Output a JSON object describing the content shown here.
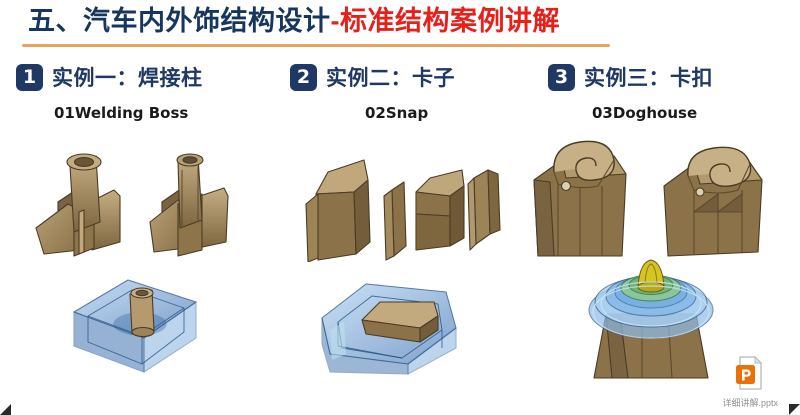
{
  "slide": {
    "title_main": "五、汽车内外饰结构设计",
    "title_accent": "-标准结构案例讲解"
  },
  "sections": [
    {
      "badge": "1",
      "title": "实例一：焊接柱",
      "english": "01Welding Boss"
    },
    {
      "badge": "2",
      "title": "实例二：卡子",
      "english": "02Snap"
    },
    {
      "badge": "3",
      "title": "实例三：卡扣",
      "english": "03Doghouse"
    }
  ],
  "figures": {
    "welding_boss_parts": "welding-boss-cad-parts",
    "welding_boss_assembly": "welding-boss-transparent-assembly",
    "snap_parts": "snap-clip-cad-parts",
    "snap_assembly": "snap-clip-transparent-assembly",
    "doghouse_parts": "doghouse-clip-cad-parts",
    "doghouse_assembly": "doghouse-clip-transparent-assembly"
  },
  "file_badge": {
    "icon": "powerpoint-file-icon",
    "name": "详细讲解.pptx"
  },
  "colors": {
    "title_navy": "#17365d",
    "title_red": "#e8201a",
    "rule_orange": "#e8a35e",
    "badge_navy": "#1f3864",
    "cad_tan": "#9b8055",
    "cad_tan_light": "#c9b183",
    "assembly_blue": "#5b92d6",
    "ppt_orange": "#e8710a"
  }
}
